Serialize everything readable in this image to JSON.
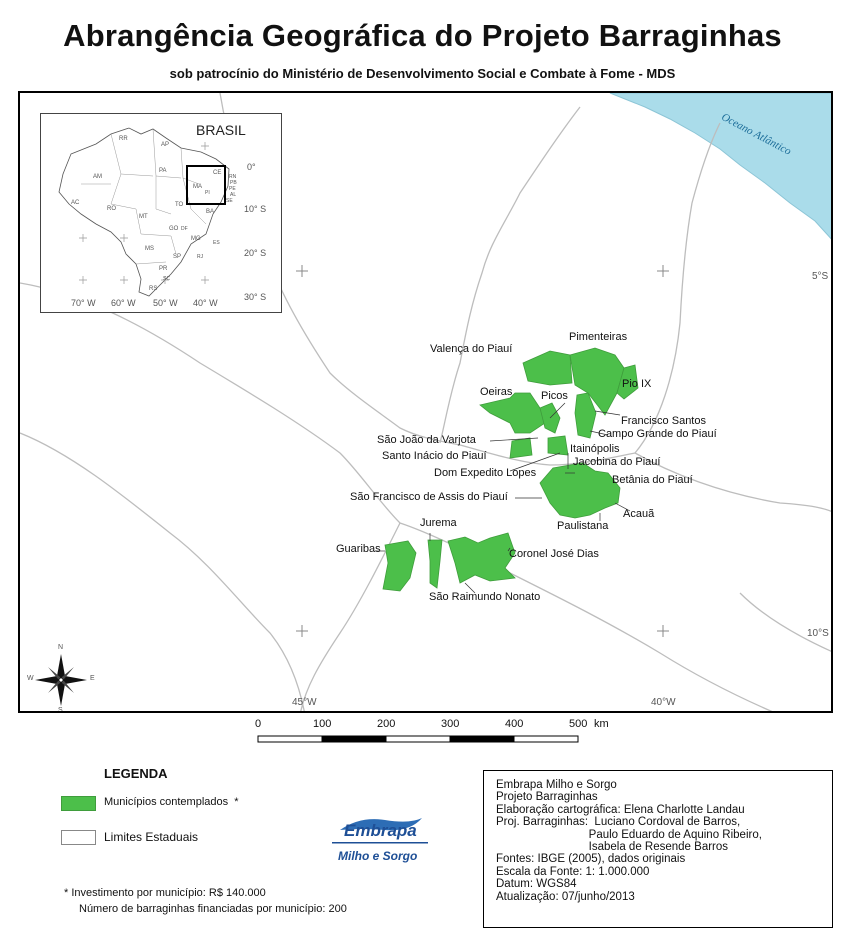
{
  "title": "Abrangência Geográfica do Projeto Barraginhas",
  "subtitle": "sob patrocínio do Ministério de Desenvolvimento Social e Combate à Fome - MDS",
  "colors": {
    "municipio": "#4cbf4a",
    "ocean": "#aadcea",
    "border": "#bdbdbd"
  },
  "map": {
    "ocean_label": "Oceano Atlântico",
    "coords": {
      "lat_5s": "5°S",
      "lat_10s": "10°S",
      "lon_45w": "45°W",
      "lon_40w": "40°W"
    },
    "compass": {
      "n": "N",
      "s": "S",
      "e": "E",
      "w": "W",
      "icon": "compass-rose-icon"
    },
    "municipios": [
      "Pimenteiras",
      "Valença do Piauí",
      "Pio IX",
      "Oeiras",
      "Picos",
      "Francisco Santos",
      "Campo Grande do Piauí",
      "São João da Varjota",
      "Itainópolis",
      "Santo Inácio do Piauí",
      "Jacobina do Piauí",
      "Dom Expedito Lopes",
      "Betânia do Piauí",
      "São Francisco de Assis do Piauí",
      "Acauã",
      "Paulistana",
      "Jurema",
      "Guaribas",
      "Coronel José Dias",
      "São Raimundo Nonato"
    ]
  },
  "inset": {
    "title": "BRASIL",
    "lat_labels": [
      "0°",
      "10° S",
      "20° S",
      "30° S"
    ],
    "lon_labels": [
      "70° W",
      "60° W",
      "50° W",
      "40° W"
    ],
    "states": [
      "AM",
      "PA",
      "AP",
      "RR",
      "MA",
      "CE",
      "RN",
      "PB",
      "PE",
      "AL",
      "SE",
      "BA",
      "PI",
      "TO",
      "MT",
      "RO",
      "AC",
      "GO",
      "DF",
      "MG",
      "ES",
      "MS",
      "SP",
      "RJ",
      "PR",
      "SC",
      "RS"
    ]
  },
  "scale": {
    "ticks": [
      "0",
      "100",
      "200",
      "300",
      "400",
      "500"
    ],
    "unit": "km"
  },
  "legend": {
    "title": "LEGENDA",
    "municipios_label": "Municípios contemplados",
    "municipios_mark": "*",
    "limites_label": "Limites Estaduais"
  },
  "logo": {
    "name": "Embrapa",
    "sub": "Milho e Sorgo"
  },
  "note": {
    "line1": "*  Investimento por município: R$ 140.000",
    "line2": "Número de barraginhas financiadas por município: 200"
  },
  "credits": [
    "Embrapa Milho e Sorgo",
    "Projeto Barraginhas",
    "Elaboração cartográfica: Elena Charlotte Landau",
    "Proj. Barraginhas:  Luciano Cordoval de Barros,",
    "                             Paulo Eduardo de Aquino Ribeiro,",
    "                             Isabela de Resende Barros",
    "Fontes: IBGE (2005), dados originais",
    "Escala da Fonte: 1: 1.000.000",
    "Datum: WGS84",
    "Atualização: 07/junho/2013"
  ]
}
